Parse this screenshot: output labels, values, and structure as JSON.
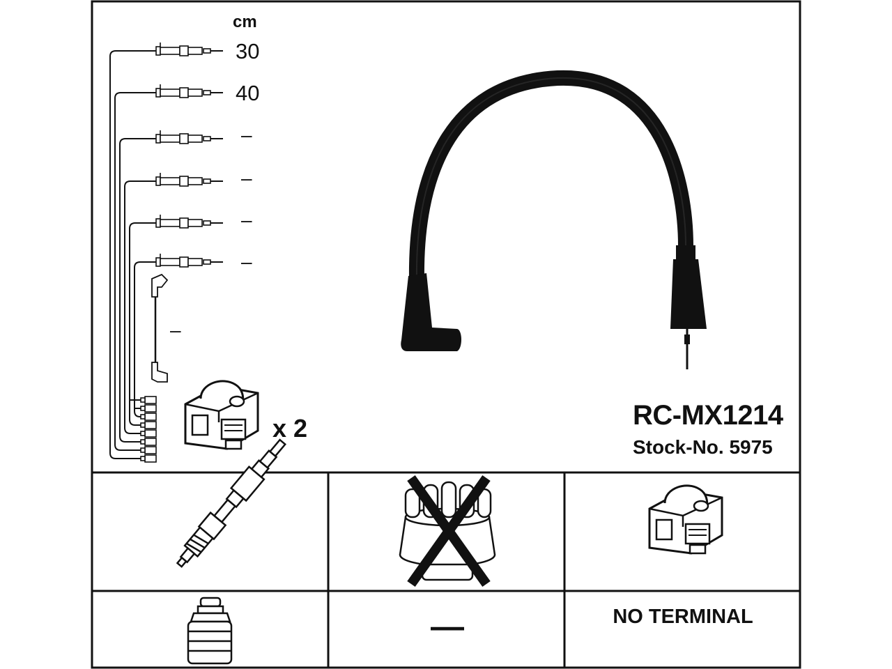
{
  "lengths": {
    "unit": "cm",
    "values": [
      "30",
      "40",
      "–",
      "–",
      "–",
      "–",
      "–"
    ]
  },
  "coil_quantity": "x 2",
  "product": {
    "model": "RC-MX1214",
    "stock_number": "Stock-No. 5975"
  },
  "compatibility": {
    "spark_plug": "spark-plug-icon",
    "distributor_cap": "distributor-cap-icon",
    "distributor_cap_excluded": true,
    "ignition_coil": "ignition-coil-icon",
    "plug_connector": "plug-connector-icon",
    "distributor_terminal": "—",
    "coil_terminal": "NO TERMINAL"
  },
  "colors": {
    "line": "#111111",
    "background": "#ffffff"
  }
}
